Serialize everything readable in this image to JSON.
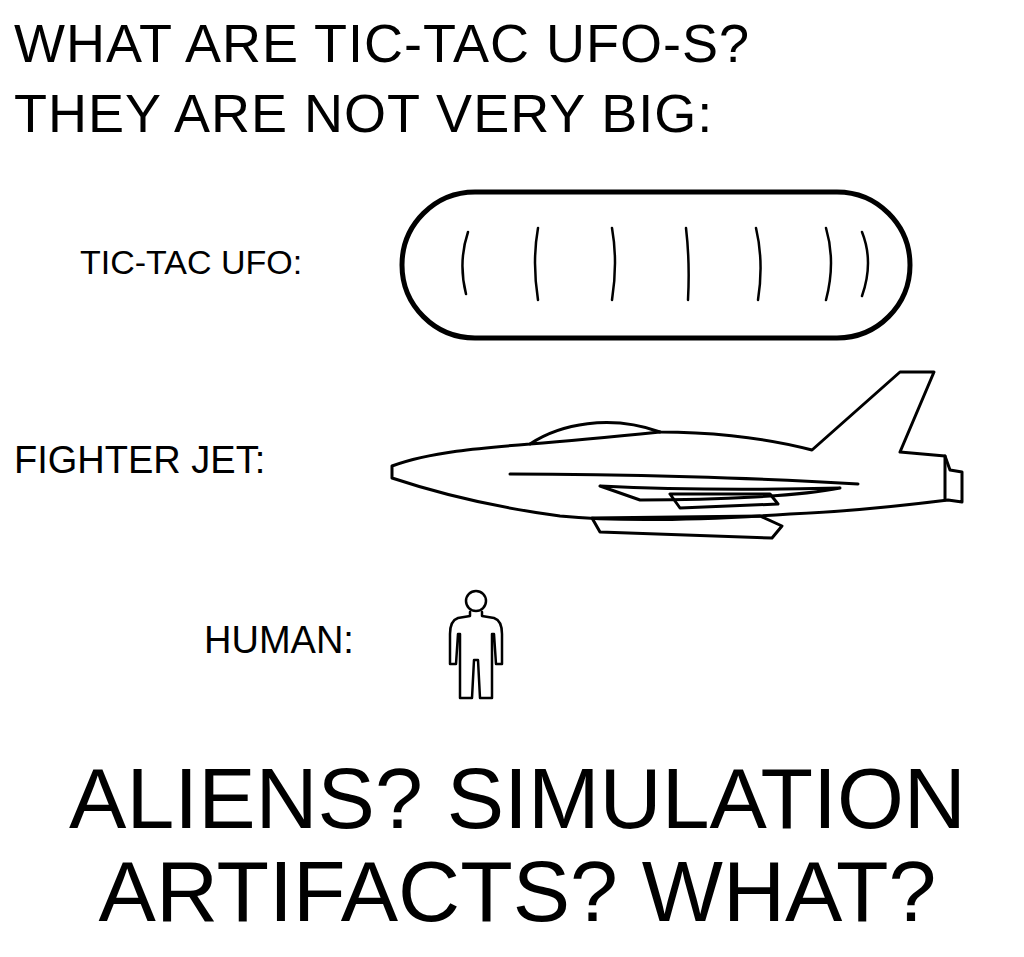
{
  "diagram": {
    "title": "WHAT ARE TIC-TAC UFO-S? THEY ARE NOT VERY BIG:",
    "caption": "ALIENS? SIMULATION ARTIFACTS? WHAT?",
    "labels": [
      "TIC-TAC UFO:",
      "FIGHTER JET:",
      "HUMAN:"
    ]
  }
}
